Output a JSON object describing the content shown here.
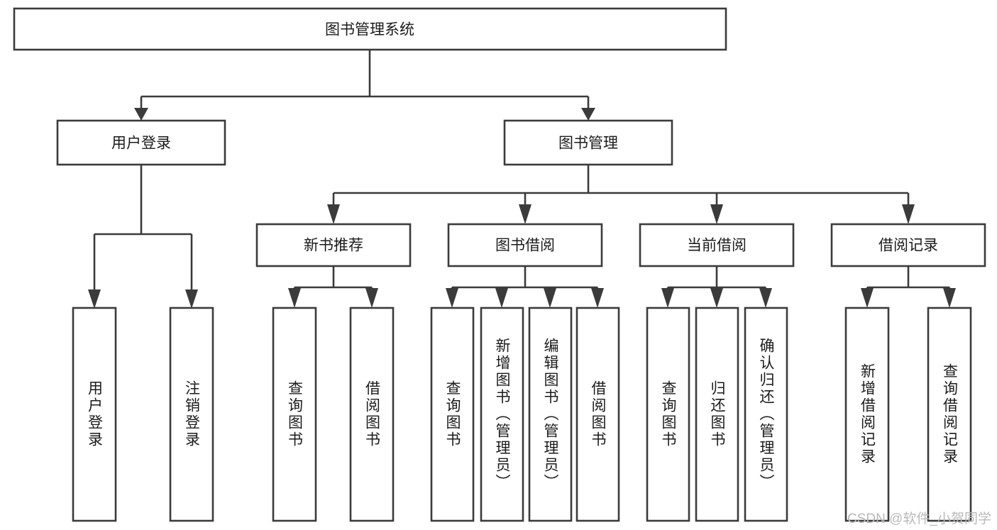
{
  "diagram": {
    "type": "tree-hierarchy",
    "title": "图书管理系统",
    "background_color": "#ffffff",
    "stroke_color": "#3b3b3b",
    "fill_color": "#ffffff",
    "text_color": "#1b1b1b",
    "levels": {
      "root": {
        "label": "图书管理系统"
      },
      "level2": [
        {
          "label": "用户登录"
        },
        {
          "label": "图书管理"
        }
      ],
      "level3": [
        {
          "label": "新书推荐"
        },
        {
          "label": "图书借阅"
        },
        {
          "label": "当前借阅"
        },
        {
          "label": "借阅记录"
        }
      ],
      "leaves": [
        {
          "label": "用户登录",
          "group": "用户登录"
        },
        {
          "label": "注销登录",
          "group": "用户登录"
        },
        {
          "label": "查询图书",
          "group": "新书推荐"
        },
        {
          "label": "借阅图书",
          "group": "新书推荐"
        },
        {
          "label": "查询图书",
          "group": "图书借阅"
        },
        {
          "label": "新增图书（管理员）",
          "group": "图书借阅"
        },
        {
          "label": "编辑图书（管理员）",
          "group": "图书借阅"
        },
        {
          "label": "借阅图书",
          "group": "图书借阅"
        },
        {
          "label": "查询图书",
          "group": "当前借阅"
        },
        {
          "label": "归还图书",
          "group": "当前借阅"
        },
        {
          "label": "确认归还（管理员）",
          "group": "当前借阅"
        },
        {
          "label": "新增借阅记录",
          "group": "借阅记录"
        },
        {
          "label": "查询借阅记录",
          "group": "借阅记录"
        }
      ]
    }
  },
  "watermark": {
    "text": "CSDN @软件_小贺同学"
  }
}
